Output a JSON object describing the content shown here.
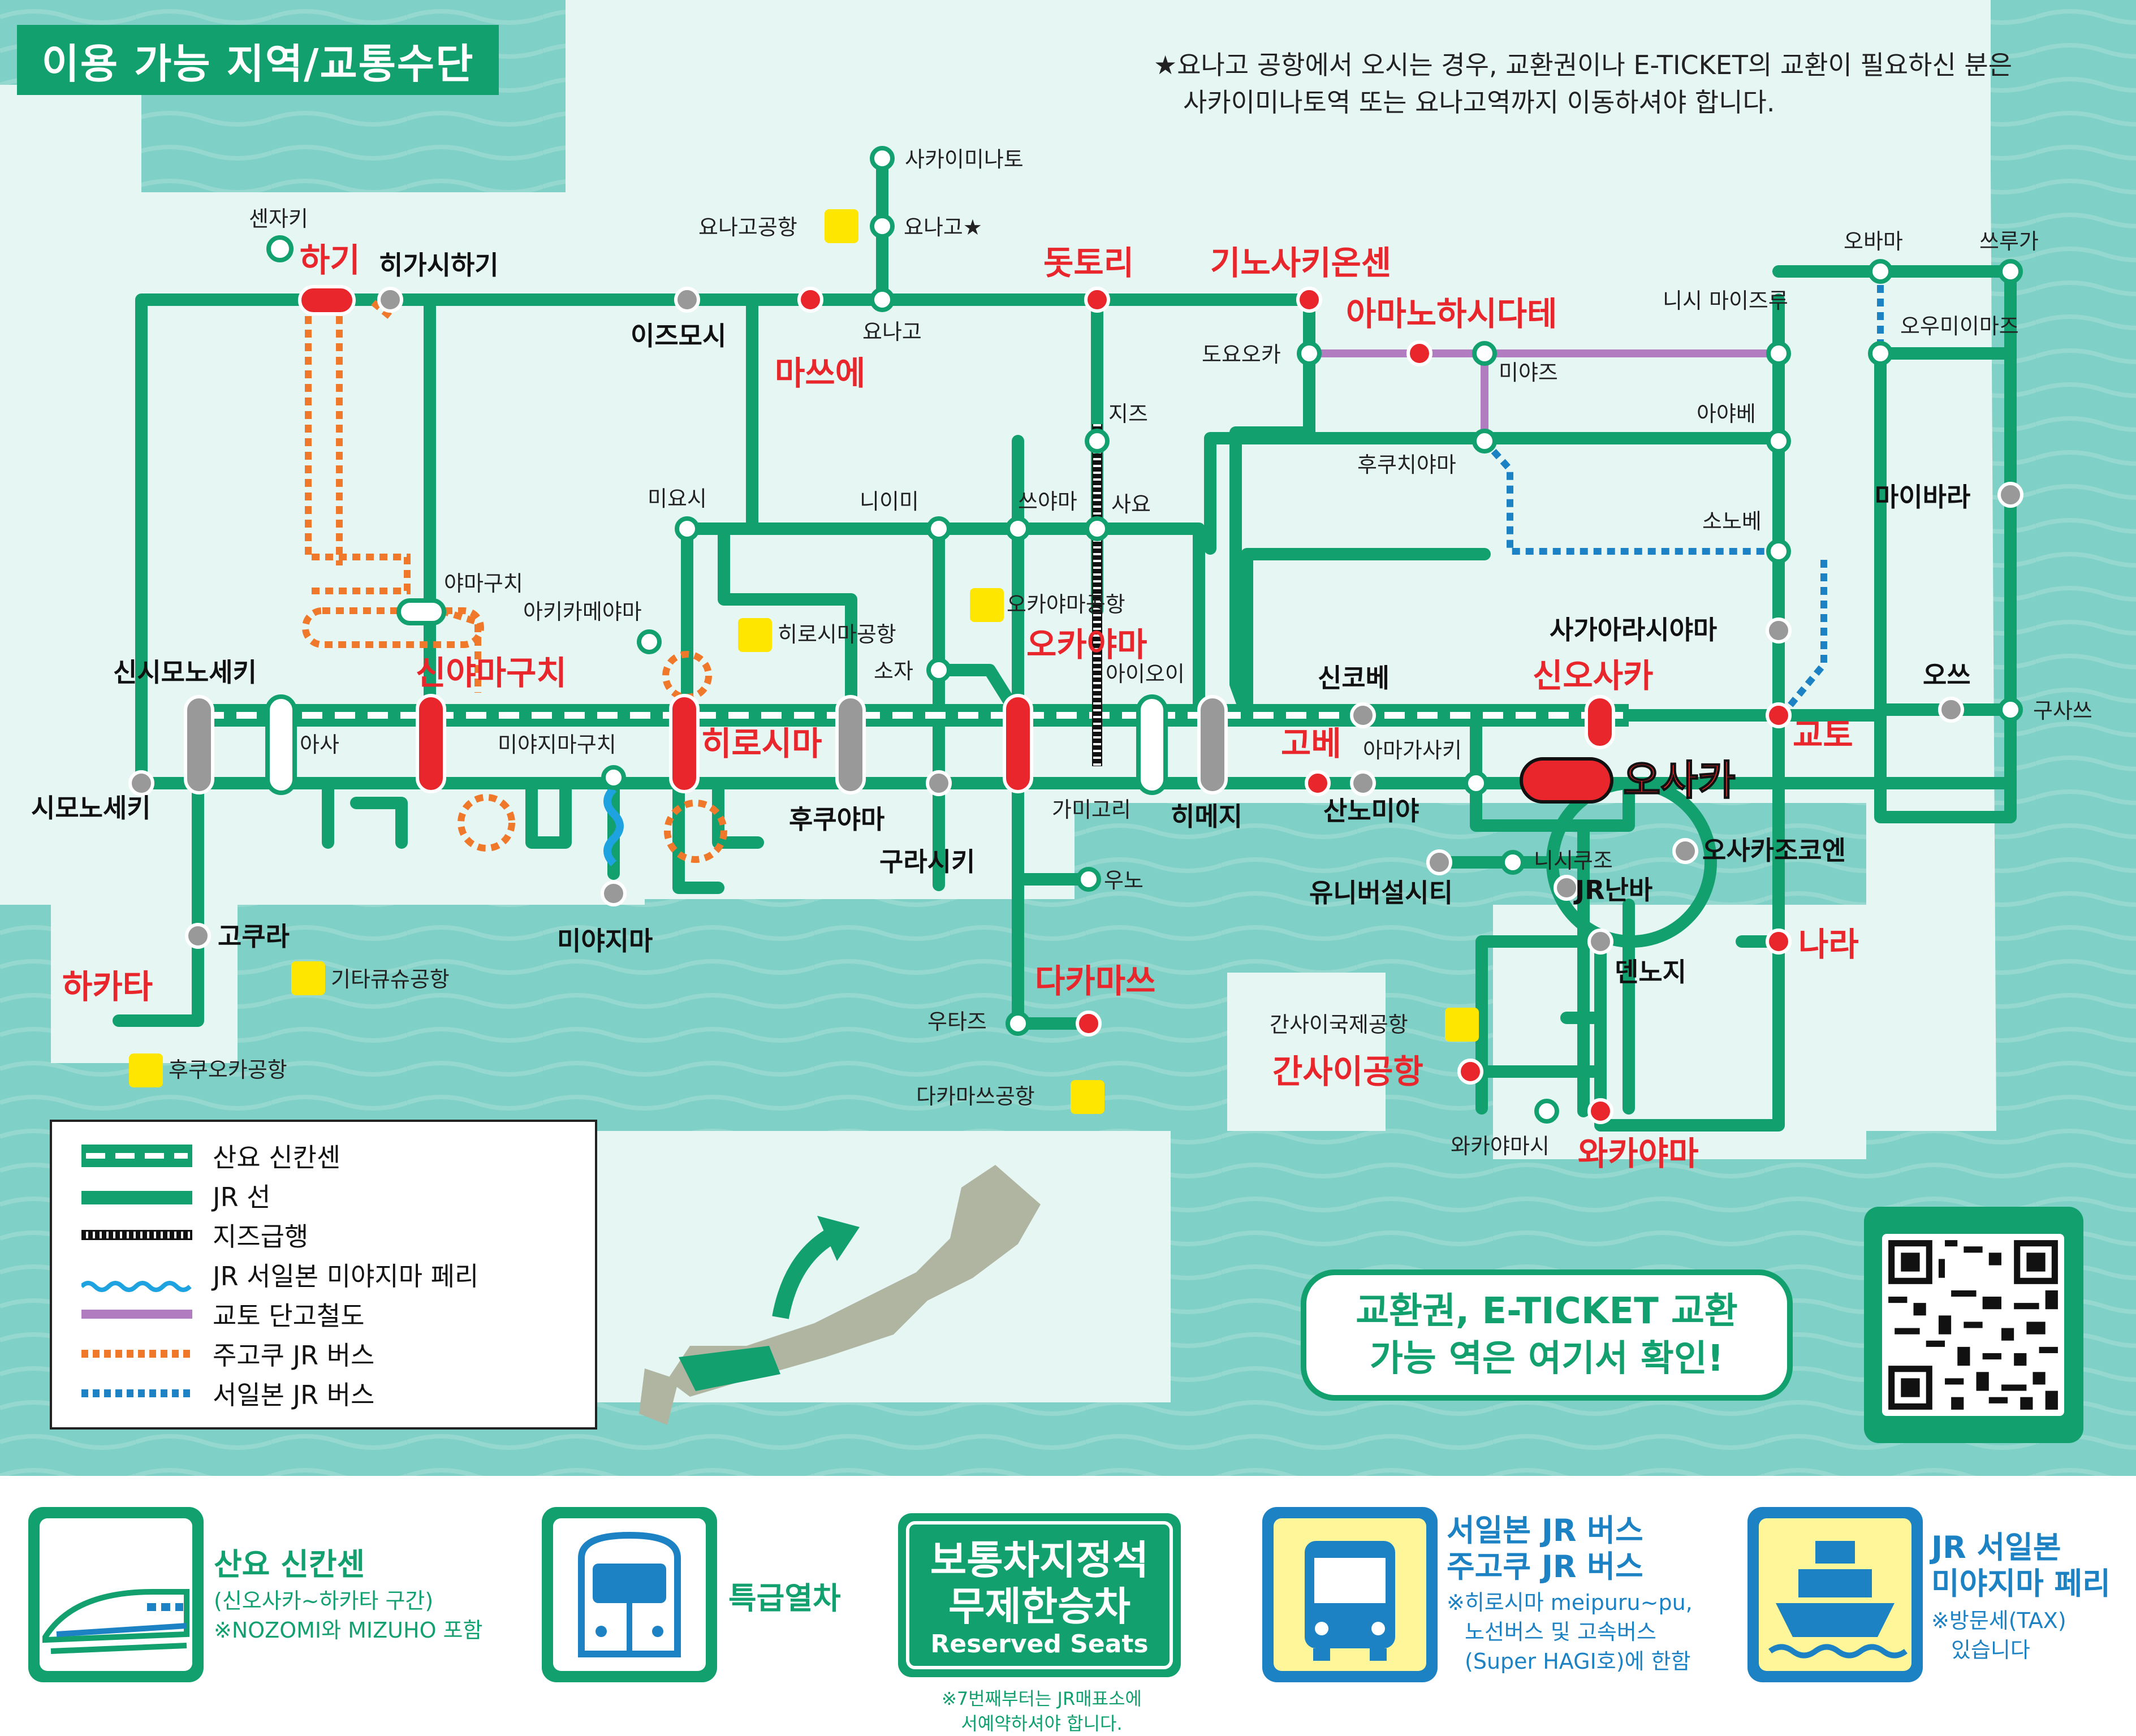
{
  "title": "이용 가능 지역/교통수단",
  "top_note": {
    "line1": "★요나고 공항에서 오시는 경우, 교환권이나 E-TICKET의 교환이 필요하신 분은",
    "line2": "사카이미나토역 또는 요나고역까지 이동하셔야 합니다."
  },
  "colors": {
    "sea": "#7fd0c6",
    "land": "#e6f6f3",
    "jr_line": "#11a06e",
    "tango": "#b27cc0",
    "chugoku_bus": "#f0782a",
    "west_bus": "#1d82c4",
    "major_station": "#e8262b",
    "minor_station": "#999999"
  },
  "stations_major": [
    {
      "name": "하기"
    },
    {
      "name": "돗토리"
    },
    {
      "name": "기노사키온센"
    },
    {
      "name": "아마노하시다테"
    },
    {
      "name": "마쓰에"
    },
    {
      "name": "신야마구치"
    },
    {
      "name": "히로시마"
    },
    {
      "name": "오카야마"
    },
    {
      "name": "고베"
    },
    {
      "name": "신오사카"
    },
    {
      "name": "오사카"
    },
    {
      "name": "교토"
    },
    {
      "name": "나라"
    },
    {
      "name": "하카타"
    },
    {
      "name": "다카마쓰"
    },
    {
      "name": "간사이공항"
    },
    {
      "name": "와카야마"
    }
  ],
  "stations_bold": [
    {
      "name": "히가시하기"
    },
    {
      "name": "이즈모시"
    },
    {
      "name": "신시모노세키"
    },
    {
      "name": "시모노세키"
    },
    {
      "name": "후쿠야마"
    },
    {
      "name": "구라시키"
    },
    {
      "name": "히메지"
    },
    {
      "name": "신코베"
    },
    {
      "name": "산노미야"
    },
    {
      "name": "유니버설시티"
    },
    {
      "name": "JR난바"
    },
    {
      "name": "오사카조코엔"
    },
    {
      "name": "덴노지"
    },
    {
      "name": "마이바라"
    },
    {
      "name": "오쓰"
    },
    {
      "name": "미야지마"
    },
    {
      "name": "고쿠라"
    },
    {
      "name": "사가아라시야마"
    }
  ],
  "stations_small": [
    {
      "name": "센자키"
    },
    {
      "name": "사카이미나토"
    },
    {
      "name": "요나고★"
    },
    {
      "name": "요나고"
    },
    {
      "name": "지즈"
    },
    {
      "name": "쓰야마"
    },
    {
      "name": "사요"
    },
    {
      "name": "니이미"
    },
    {
      "name": "미요시"
    },
    {
      "name": "야마구치"
    },
    {
      "name": "아키카메야마"
    },
    {
      "name": "소자"
    },
    {
      "name": "아이오이"
    },
    {
      "name": "가미고리"
    },
    {
      "name": "아사"
    },
    {
      "name": "미야지마구치"
    },
    {
      "name": "우노"
    },
    {
      "name": "우타즈"
    },
    {
      "name": "도요오카"
    },
    {
      "name": "미야즈"
    },
    {
      "name": "니시 마이즈루"
    },
    {
      "name": "아야베"
    },
    {
      "name": "후쿠치야마"
    },
    {
      "name": "소노베"
    },
    {
      "name": "오바마"
    },
    {
      "name": "쓰루가"
    },
    {
      "name": "오우미이마즈"
    },
    {
      "name": "구사쓰"
    },
    {
      "name": "아마가사키"
    },
    {
      "name": "니시쿠조"
    },
    {
      "name": "와카야마시"
    }
  ],
  "airports": [
    {
      "name": "요나고공항"
    },
    {
      "name": "오카야마공항"
    },
    {
      "name": "히로시마공항"
    },
    {
      "name": "기타큐슈공항"
    },
    {
      "name": "후쿠오카공항"
    },
    {
      "name": "다카마쓰공항"
    },
    {
      "name": "간사이국제공항"
    }
  ],
  "legend": [
    {
      "label": "산요 신칸센",
      "style": "shinkansen"
    },
    {
      "label": "JR 선",
      "style": "jr"
    },
    {
      "label": "지즈급행",
      "style": "chizu"
    },
    {
      "label": "JR 서일본 미야지마 페리",
      "style": "ferry"
    },
    {
      "label": "교토 단고철도",
      "style": "tango"
    },
    {
      "label": "주고쿠 JR 버스",
      "style": "chugoku"
    },
    {
      "label": "서일본 JR 버스",
      "style": "west"
    }
  ],
  "bubble": {
    "line1": "교환권, E-TICKET 교환",
    "line2": "가능 역은 여기서 확인!"
  },
  "features": {
    "shinkansen": {
      "title": "산요 신칸센",
      "note1": "(신오사카~하카타 구간)",
      "note2": "※NOZOMI와 MIZUHO 포함"
    },
    "limited_express": {
      "title": "특급열차"
    },
    "reserved": {
      "line1": "보통차지정석",
      "line2": "무제한승차",
      "line3": "Reserved Seats",
      "note1": "※7번째부터는 JR매표소에",
      "note2": "서예약하셔야 합니다."
    },
    "bus": {
      "title1": "서일본 JR 버스",
      "title2": "주고쿠 JR 버스",
      "note1": "※히로시마 meipuru~pu,",
      "note2": "노선버스 및 고속버스",
      "note3": "(Super HAGI호)에 한함"
    },
    "ferry": {
      "title1": "JR 서일본",
      "title2": "미야지마 페리",
      "note1": "※방문세(TAX)",
      "note2": "있습니다"
    }
  }
}
